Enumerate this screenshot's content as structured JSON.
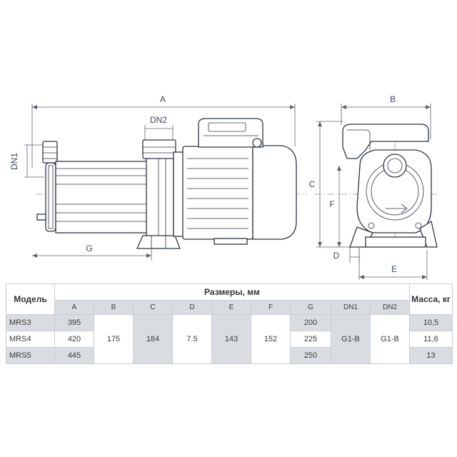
{
  "drawing": {
    "labels": {
      "A": "A",
      "B": "B",
      "C": "C",
      "D": "D",
      "E": "E",
      "F": "F",
      "G": "G",
      "DN1": "DN1",
      "DN2": "DN2"
    }
  },
  "table": {
    "model_header": "Модель",
    "dimensions_header": "Размеры, мм",
    "mass_header": "Масса, кг",
    "columns": [
      "A",
      "B",
      "C",
      "D",
      "E",
      "F",
      "G",
      "DN1",
      "DN2"
    ],
    "rows": [
      {
        "model": "MRS3",
        "A": "395",
        "G": "200",
        "mass": "10,5"
      },
      {
        "model": "MRS4",
        "A": "420",
        "G": "225",
        "mass": "11,6"
      },
      {
        "model": "MRS5",
        "A": "445",
        "G": "250",
        "mass": "13"
      }
    ],
    "shared": {
      "B": "175",
      "C": "184",
      "D": "7.5",
      "E": "143",
      "F": "152",
      "DN1": "G1-B",
      "DN2": "G1-B"
    }
  }
}
